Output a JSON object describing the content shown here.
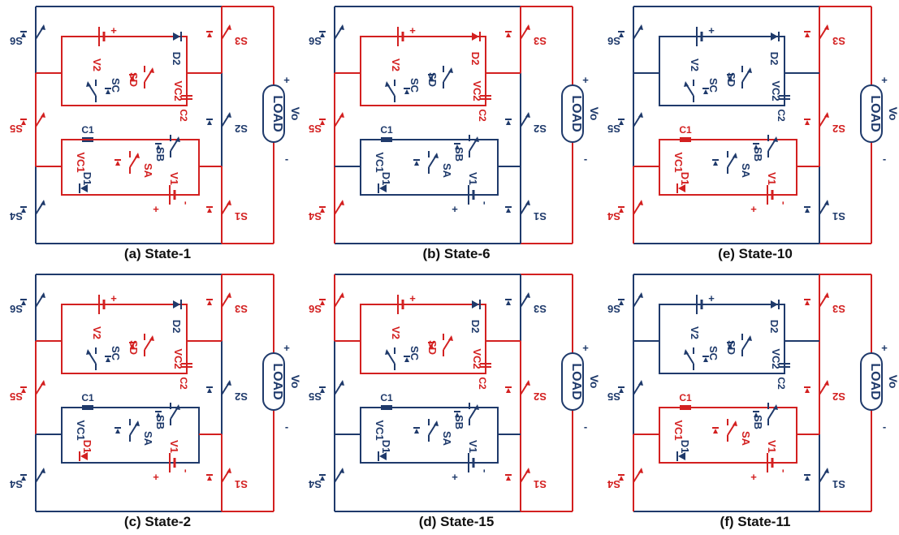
{
  "colors": {
    "inactive": "#1f3a6b",
    "active": "#d32020",
    "text": "#111111"
  },
  "labels": {
    "load": "LOAD",
    "vo": "Vo",
    "plus": "+",
    "minus": "-",
    "S1": "S1",
    "S2": "S2",
    "S3": "S3",
    "S4": "S4",
    "S5": "S5",
    "S6": "S6",
    "SA": "SA",
    "SB": "SB",
    "SC": "SC",
    "SD": "SD",
    "D1": "D1",
    "D2": "D2",
    "V1": "V1",
    "V2": "V2",
    "VC1": "VC1",
    "VC2": "VC2",
    "C1": "C1",
    "C2": "C2"
  },
  "panels": [
    {
      "caption": "(a) State-1",
      "active": [
        "S3",
        "S5",
        "S1",
        "SD",
        "SA",
        "V1",
        "V2",
        "VC1",
        "VC2",
        "C2"
      ]
    },
    {
      "caption": "(b) State-6",
      "active": [
        "S3",
        "S5",
        "S4",
        "D2",
        "V2",
        "VC2",
        "C2"
      ]
    },
    {
      "caption": "(e) State-10",
      "active": [
        "S3",
        "S2",
        "S4",
        "D1",
        "V1",
        "VC1",
        "C1"
      ]
    },
    {
      "caption": "(c) State-2",
      "active": [
        "S3",
        "S5",
        "S1",
        "SD",
        "D1",
        "V1",
        "V2",
        "VC2",
        "C2"
      ]
    },
    {
      "caption": "(d) State-15",
      "active": [
        "S6",
        "S2",
        "S1",
        "SD",
        "V2",
        "VC2",
        "C2"
      ]
    },
    {
      "caption": "(f) State-11",
      "active": [
        "S3",
        "S2",
        "S4",
        "SA",
        "V1",
        "VC1",
        "C1"
      ]
    }
  ]
}
